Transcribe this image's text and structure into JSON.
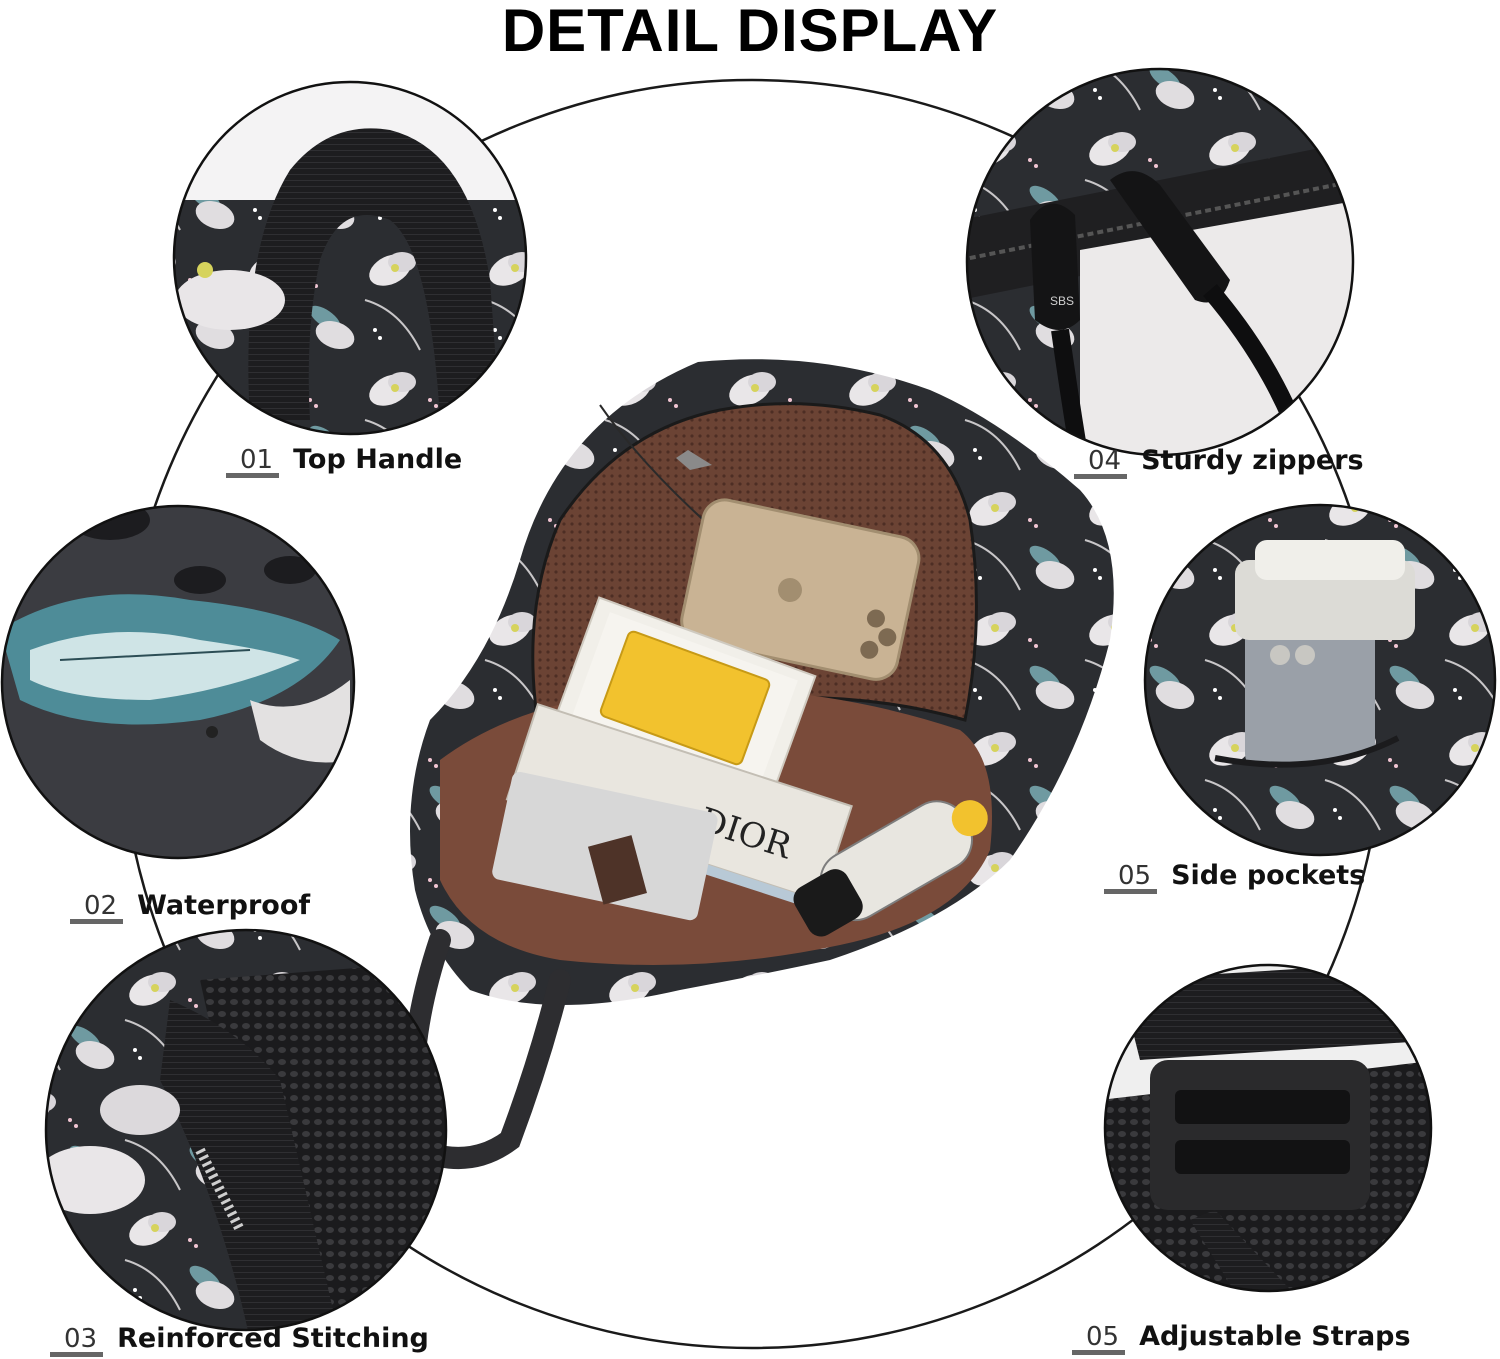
{
  "title": "DETAIL DISPLAY",
  "features": [
    {
      "num": "01",
      "label": "Top Handle"
    },
    {
      "num": "02",
      "label": "Waterproof"
    },
    {
      "num": "03",
      "label": "Reinforced Stitching"
    },
    {
      "num": "04",
      "label": "Sturdy zippers"
    },
    {
      "num": "05",
      "label": "Side pockets"
    },
    {
      "num": "05",
      "label": "Adjustable Straps"
    }
  ],
  "product_text": {
    "book_brand": "DIOR",
    "zipper_brand": "SBS"
  },
  "colors": {
    "bag_fabric": "#2b2d31",
    "lining": "#6b4334",
    "flower": "#e9e6e8",
    "leaf": "#6f9aa1",
    "phone": "#c9b394",
    "notebook": "#f2c22e"
  }
}
